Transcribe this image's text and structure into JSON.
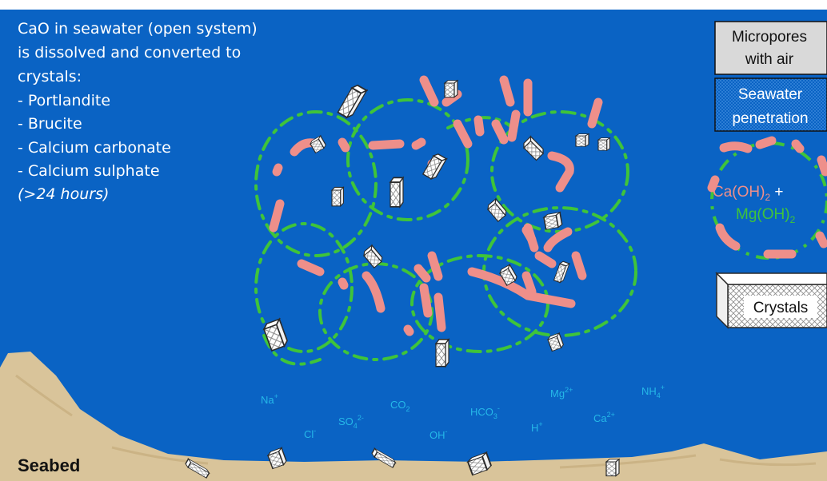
{
  "intro": {
    "lines": [
      "CaO in seawater (open system)",
      "is dissolved and converted to",
      "crystals:",
      "- Portlandite",
      "- Brucite",
      "- Calcium carbonate",
      "- Calcium sulphate",
      "(>24 hours)"
    ]
  },
  "ions": [
    {
      "base": "Na",
      "sup": "+"
    },
    {
      "base": "Cl",
      "sup": "-"
    },
    {
      "base": "SO",
      "sub": "4",
      "sup": "2-"
    },
    {
      "base": "CO",
      "sub": "2"
    },
    {
      "base": "OH",
      "sup": "-"
    },
    {
      "base": "HCO",
      "sub": "3",
      "sup": "-"
    },
    {
      "base": "H",
      "sup": "+"
    },
    {
      "base": "Mg",
      "sup": "2+"
    },
    {
      "base": "Ca",
      "sup": "2+"
    },
    {
      "base": "NH",
      "sub": "4",
      "sup": "+"
    }
  ],
  "seabed_label": "Seabed",
  "legend": {
    "micropores": [
      "Micropores",
      "with air"
    ],
    "seawater": [
      "Seawater",
      "penetration"
    ],
    "caoh": {
      "base": "Ca(OH)",
      "sub": "2",
      "plus": " +"
    },
    "mgoh": {
      "base": "Mg(OH)",
      "sub": "2"
    },
    "crystals": "Crystals"
  },
  "colors": {
    "sea": "#0a63c4",
    "seabed": "#d9c49a",
    "pink": "#ee8f8a",
    "green": "#3fc43a",
    "ion_text": "#25b8e8"
  }
}
